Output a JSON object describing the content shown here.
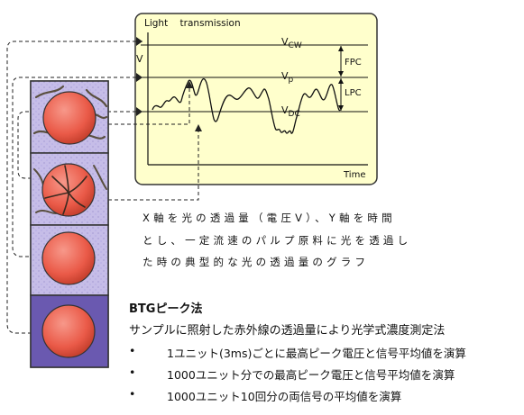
{
  "graph": {
    "header": "Light    transmission",
    "y_axis_label": "V",
    "x_axis_label": "Time",
    "levels": {
      "vcw": "V",
      "vcw_sub": "CW",
      "vp": "V",
      "vp_sub": "p",
      "vdc": "V",
      "vdc_sub": "DC"
    },
    "brackets": {
      "fpc": "FPC",
      "lpc": "LPC"
    }
  },
  "colors": {
    "graph_bg": "#ffffcc",
    "column_top_bg": "#c6bde8",
    "column_bottom_bg": "#6a59b0",
    "particle": "#ef6a5c",
    "crack": "#5a5040"
  },
  "caption": {
    "line1": "X軸を光の透過量（電圧V）、Y軸を時間",
    "line2": "とし、一定流速のパルプ原料に光を透過し",
    "line3": "た時の典型的な光の透過量のグラフ"
  },
  "section": {
    "title": "BTGピーク法",
    "subtitle": "サンプルに照射した赤外線の透過量により光学式濃度測定法",
    "bullets": [
      {
        "mark": "•",
        "text": "1ユニット(3ms)ごとに最高ピーク電圧と信号平均値を演算"
      },
      {
        "mark": "•",
        "text": "1000ユニット分での最高ピーク電圧と信号平均値を演算"
      },
      {
        "mark": "•",
        "text": "1000ユニット10回分の両信号の平均値を演算"
      }
    ]
  }
}
